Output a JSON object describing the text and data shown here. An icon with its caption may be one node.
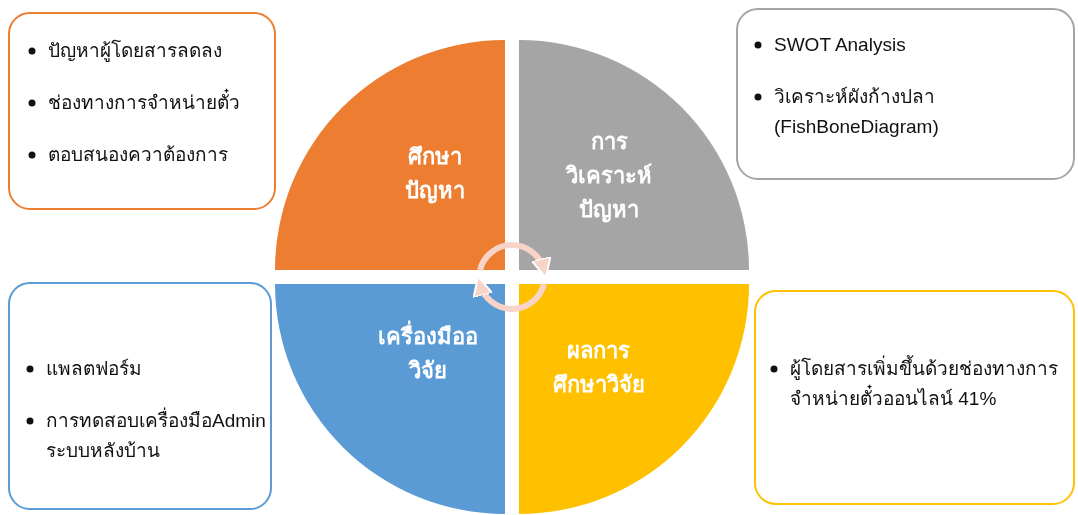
{
  "diagram": {
    "nodes": [
      {
        "text": [
          "ศึกษาปัญหา"
        ]
      },
      {
        "text": [
          "การวิเคราะห์ปัญหา"
        ]
      },
      {
        "text": [
          "เครื่องมืออวิจัย"
        ]
      },
      {
        "text": [
          "ผลการศึกษาวิจัย"
        ]
      },
      {
        "text": [
          "ปัญหาผู้โดยสารลดลง",
          "ช่องทางการจำหน่ายตั๋ว",
          "ตอบสนองควาต้องการ"
        ]
      },
      {
        "text": [
          "SWOT  Analysis",
          "วิเคราะห์ผังก้างปลา (FishBoneDiagram)"
        ]
      },
      {
        "text": [
          "แพลตฟอร์ม",
          "การทดสอบเครื่องมือAdmin ระบบหลังบ้าน"
        ]
      },
      {
        "text": [
          "ผู้โดยสารเพิ่มขึ้นด้วยช่องทางการจำหน่ายตั๋วออนไลน์ 41%"
        ]
      }
    ],
    "edges": [
      {
        "from": 0,
        "to": 1,
        "arrow": "to"
      },
      {
        "from": 3,
        "to": 2,
        "arrow": "to"
      }
    ]
  }
}
